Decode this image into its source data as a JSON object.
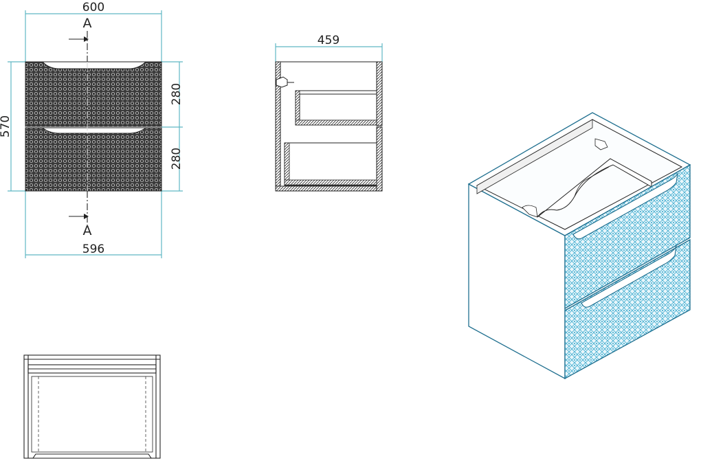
{
  "front_view": {
    "width_top": "600",
    "width_bottom": "596",
    "height_total": "570",
    "drawer_height_upper": "280",
    "drawer_height_lower": "280",
    "section_marker_top": "A",
    "section_marker_bottom": "A"
  },
  "side_view": {
    "depth": "459"
  },
  "colors": {
    "dimension_line": "#5fb7c4",
    "outline": "#222222",
    "panel_fill": "#3a3a3a",
    "iso_outline": "#1f6f8f",
    "iso_pattern": "#4cb2d3"
  }
}
